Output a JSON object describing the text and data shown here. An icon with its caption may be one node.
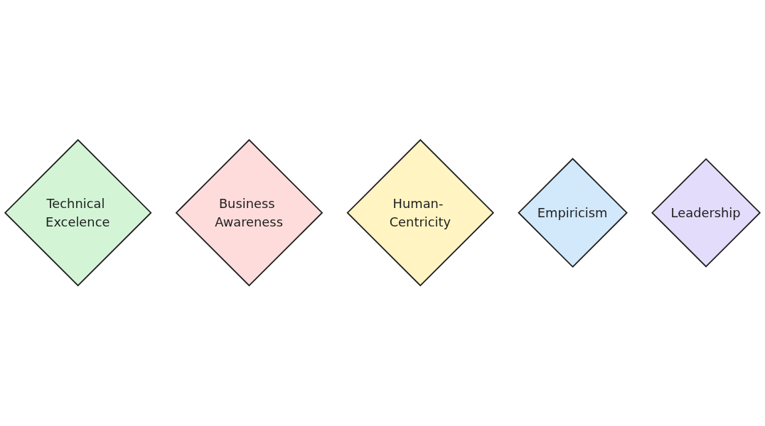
{
  "diagram": {
    "nodes": [
      {
        "text": [
          "Technical Excelence"
        ]
      },
      {
        "text": [
          "Business Awareness"
        ]
      },
      {
        "text": [
          "Human- Centricity"
        ]
      },
      {
        "text": [
          "Empiricism"
        ]
      },
      {
        "text": [
          "Leadership"
        ]
      }
    ]
  }
}
